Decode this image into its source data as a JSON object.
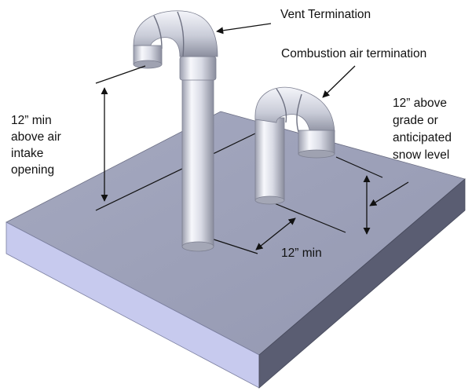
{
  "labels": {
    "vent_termination": "Vent Termination",
    "combustion_air_termination": "Combustion air termination",
    "min_above_intake": [
      "12” min",
      "above air",
      "intake",
      "opening"
    ],
    "above_grade": [
      "12” above",
      "grade or",
      "anticipated",
      "snow level"
    ],
    "spacing_min": "12” min"
  },
  "colors": {
    "slab_top": "#9fa3bb",
    "slab_front": "#c7caee",
    "slab_side": "#55586c",
    "pipe_light": "#f6f7fb",
    "pipe_mid": "#cfd2de",
    "pipe_dark": "#8d90a0",
    "line": "#111111"
  }
}
